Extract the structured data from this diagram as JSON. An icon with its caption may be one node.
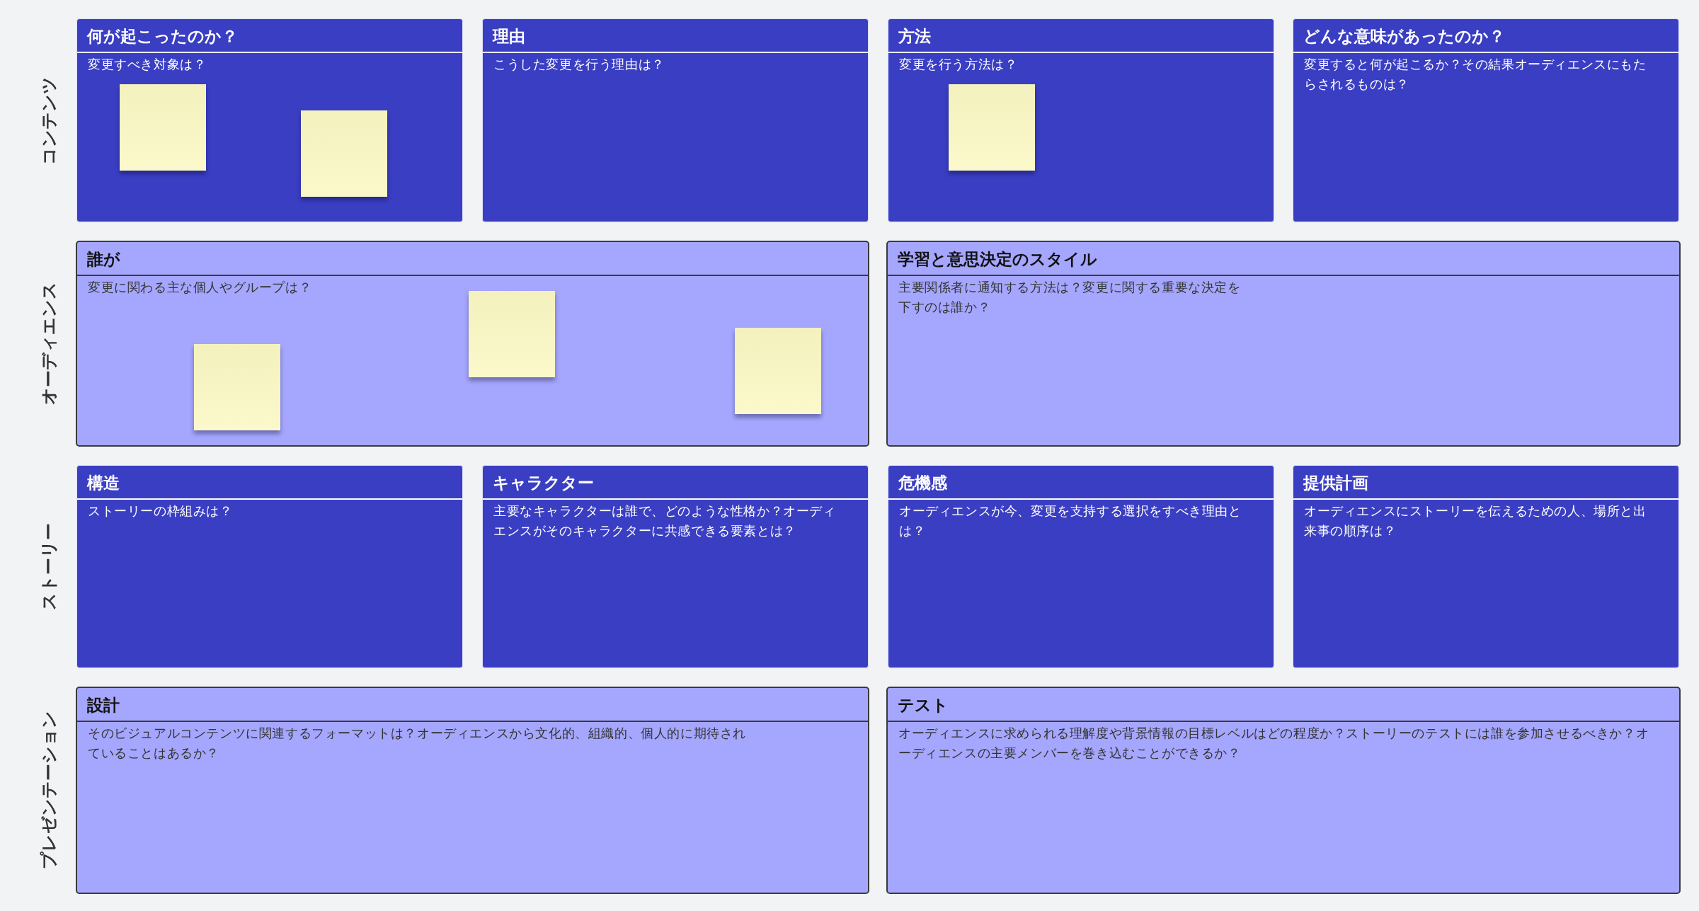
{
  "diagram": {
    "nodes": [
      {
        "text": [
          "何が起こったのか？",
          "変更すべき対象は？"
        ]
      },
      {
        "text": [],
        "shape": "box",
        "in": 0
      },
      {
        "text": [],
        "shape": "box",
        "in": 0
      },
      {
        "text": [
          "理由",
          "こうした変更を行う理由は？"
        ]
      },
      {
        "text": [
          "方法",
          "変更を行う方法は？"
        ]
      },
      {
        "text": [],
        "shape": "box",
        "in": 4
      },
      {
        "text": [
          "どんな意味があったのか？",
          "変更すると何が起こるか？その結果オーディエンスにもたらされるものは？"
        ]
      },
      {
        "text": [
          "誰が",
          "変更に関わる主な個人やグループは？"
        ]
      },
      {
        "text": [],
        "shape": "box",
        "in": 7
      },
      {
        "text": [],
        "shape": "box",
        "in": 7
      },
      {
        "text": [],
        "shape": "box",
        "in": 7
      },
      {
        "text": [
          "学習と意思決定のスタイル",
          "主要関係者に通知する方法は？変更に関する重要な決定を下すのは誰か？"
        ]
      },
      {
        "text": [
          "構造",
          "ストーリーの枠組みは？"
        ]
      },
      {
        "text": [
          "キャラクター",
          "主要なキャラクターは誰で、どのような性格か？オーディエンスがそのキャラクターに共感できる要素とは？"
        ]
      },
      {
        "text": [
          "危機感",
          "オーディエンスが今、変更を支持する選択をすべき理由とは？"
        ]
      },
      {
        "text": [
          "提供計画",
          "オーディエンスにストーリーを伝えるための人、場所と出来事の順序は？"
        ]
      },
      {
        "text": [
          "設計",
          "そのビジュアルコンテンツに関連するフォーマットは？オーディエンスから文化的、組織的、個人的に期待されていることはあるか？"
        ]
      },
      {
        "text": [
          "テスト",
          "オーディエンスに求められる理解度や背景情報の目標レベルはどの程度か？ストーリーのテストには誰を参加させるべきか？オーディエンスの主要メンバーを巻き込むことができるか？"
        ]
      }
    ],
    "labels": [
      "コンテンツ",
      "オーディエンス",
      "ストーリー",
      "プレゼンテーション"
    ]
  }
}
